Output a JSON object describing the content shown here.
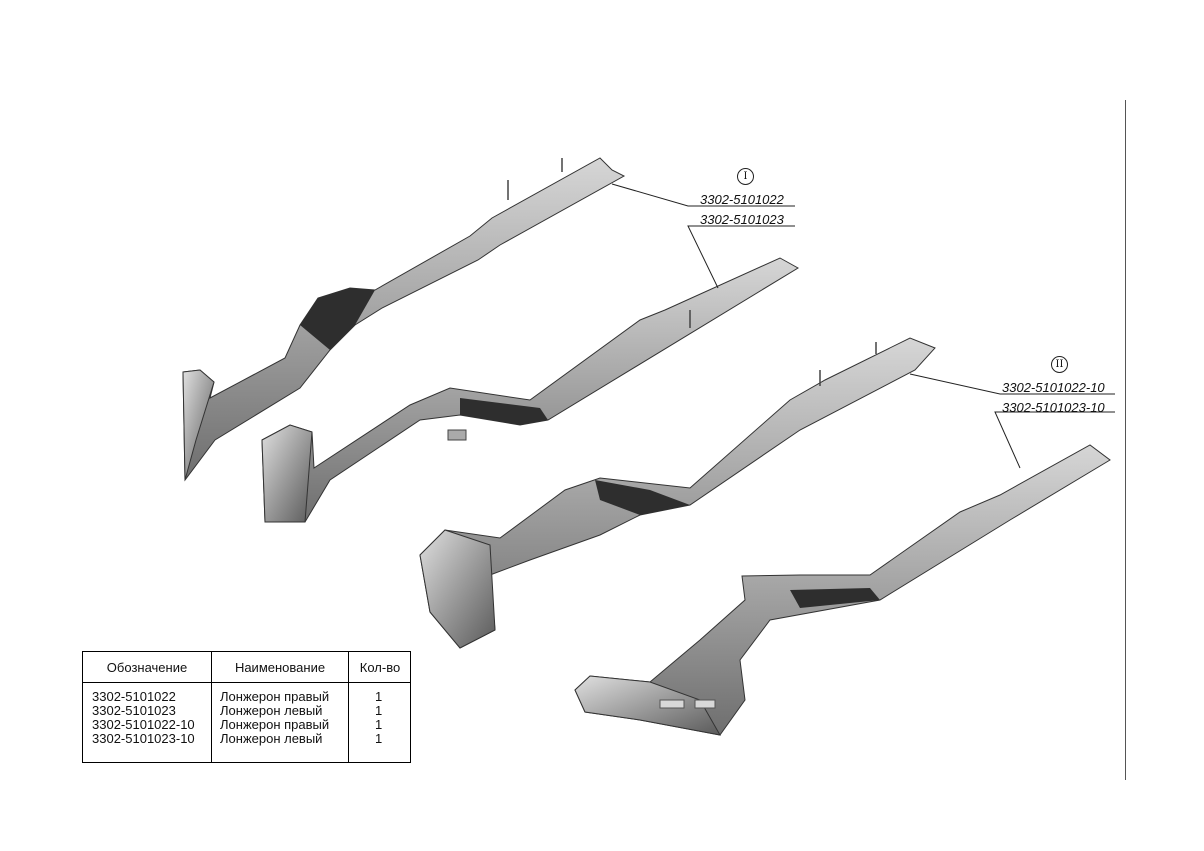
{
  "callouts": {
    "group1": {
      "marker": "I",
      "part_a": "3302-5101022",
      "part_b": "3302-5101023"
    },
    "group2": {
      "marker": "II",
      "part_a": "3302-5101022-10",
      "part_b": "3302-5101023-10"
    }
  },
  "table": {
    "headers": [
      "Обозначение",
      "Наименование",
      "Кол-во"
    ],
    "rows": [
      {
        "code": "3302-5101022",
        "name": "Лонжерон правый",
        "qty": "1"
      },
      {
        "code": "3302-5101023",
        "name": "Лонжерон левый",
        "qty": "1"
      },
      {
        "code": "3302-5101022-10",
        "name": "Лонжерон правый",
        "qty": "1"
      },
      {
        "code": "3302-5101023-10",
        "name": "Лонжерон левый",
        "qty": "1"
      }
    ]
  },
  "colors": {
    "metal_light": "#c8c8c8",
    "metal_mid": "#9a9a9a",
    "metal_dark": "#4a4a4a",
    "line": "#222222"
  }
}
